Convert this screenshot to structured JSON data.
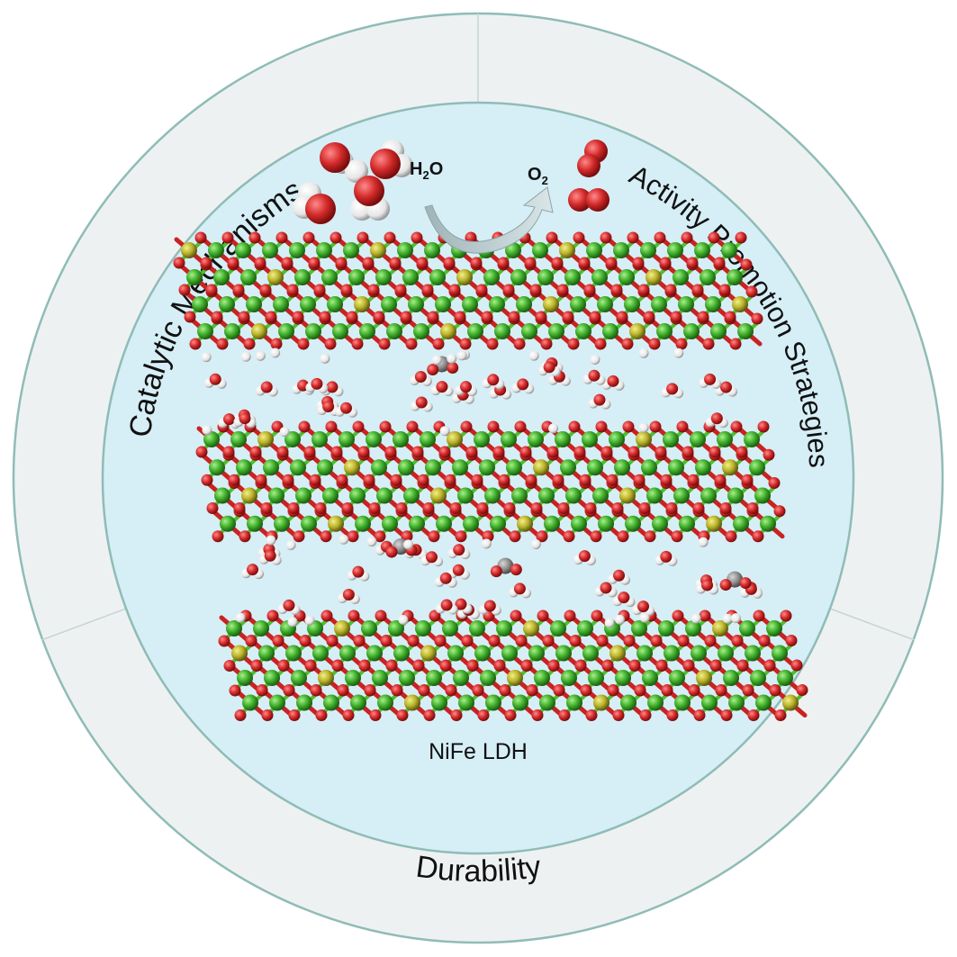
{
  "ring_labels": {
    "left": "Catalytic Mechanisms",
    "right": "Activity Promotion Strategies",
    "bottom": "Durability"
  },
  "reaction": {
    "reactant_main": "H",
    "reactant_sub": "2",
    "reactant_tail": "O",
    "product_main": "O",
    "product_sub": "2"
  },
  "caption": "NiFe LDH",
  "colors": {
    "outer_ring": "#eef1f2",
    "ring_stroke": "#8fbcb6",
    "inner_fill": "#d6eef6",
    "oxygen": "#d42a2a",
    "hydrogen": "#f2f2f2",
    "nickel": "#3fae2a",
    "iron": "#b9b32a",
    "carbon": "#8a8a8a"
  }
}
